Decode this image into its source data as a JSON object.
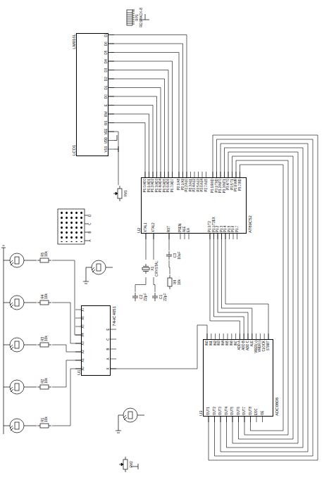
{
  "diagram": {
    "nodes": [
      {
        "text": [
          "LCD1",
          "LM016L"
        ]
      },
      {
        "text": [
          "RP1",
          "RESPACK-8"
        ]
      },
      {
        "text": [
          "RV1"
        ]
      },
      {
        "text": [
          "U2",
          "AT89C52"
        ]
      },
      {
        "text": [
          "U3",
          "ADC0808"
        ]
      },
      {
        "text": [
          "U1",
          "74HC4051"
        ]
      },
      {
        "text": [
          "R1",
          "10k"
        ]
      },
      {
        "text": [
          "R2",
          "10k"
        ]
      },
      {
        "text": [
          "R3",
          "10k"
        ]
      },
      {
        "text": [
          "R4",
          "10k"
        ]
      },
      {
        "text": [
          "R5",
          "10k"
        ]
      },
      {
        "text": [
          "C1",
          "22pF"
        ]
      },
      {
        "text": [
          "C2",
          "22pF"
        ]
      },
      {
        "text": [
          "X1",
          "CRYSTAL"
        ]
      },
      {
        "text": [
          "C3",
          "10uF"
        ]
      },
      {
        "text": [
          "R9",
          "10k"
        ]
      },
      {
        "text": [
          "RV2"
        ]
      }
    ],
    "edges": [
      {
        "from": 0,
        "to": 3,
        "arrow": "none"
      },
      {
        "from": 2,
        "to": 0,
        "arrow": "none"
      },
      {
        "from": 4,
        "to": 3,
        "arrow": "none"
      },
      {
        "from": 4,
        "to": 3,
        "arrow": "none"
      },
      {
        "from": 5,
        "to": 4,
        "arrow": "none"
      },
      {
        "from": 6,
        "to": 5,
        "arrow": "none"
      },
      {
        "from": 7,
        "to": 5,
        "arrow": "none"
      },
      {
        "from": 8,
        "to": 5,
        "arrow": "none"
      },
      {
        "from": 9,
        "to": 5,
        "arrow": "none"
      },
      {
        "from": 10,
        "to": 5,
        "arrow": "none"
      },
      {
        "from": 12,
        "to": 13,
        "arrow": "none"
      },
      {
        "from": 11,
        "to": 13,
        "arrow": "none"
      },
      {
        "from": 13,
        "to": 3,
        "arrow": "none"
      },
      {
        "from": 15,
        "to": 14,
        "arrow": "none"
      },
      {
        "from": 14,
        "to": 3,
        "arrow": "none"
      }
    ],
    "labels": [
      "VSS",
      "VDD",
      "VEE",
      "RS",
      "RW",
      "E",
      "D0",
      "D1",
      "D2",
      "D3",
      "D4",
      "D5",
      "D6",
      "D7",
      "P0.0/AD0",
      "P0.1/AD1",
      "P0.2/AD2",
      "P0.3/AD3",
      "P0.4/AD4",
      "P0.5/AD5",
      "P0.6/AD6",
      "P0.7/AD7",
      "P2.0/A8",
      "P2.1/A9",
      "P2.2/A10",
      "P2.3/A11",
      "P2.4/A12",
      "P2.5/A13",
      "P2.6/A14",
      "P2.7/A15",
      "P3.0/RXD",
      "P3.1/TXD",
      "P3.2/INT0",
      "P3.3/INT1",
      "P3.4/T0",
      "P3.5/T1",
      "P3.6/WR",
      "P3.7/RD",
      "XTAL1",
      "XTAL2",
      "RST",
      "PSEN",
      "ALE",
      "EA",
      "P1.0/T2",
      "P1.1/T2EX",
      "P1.2",
      "P1.3",
      "P1.4",
      "P1.5",
      "P1.6",
      "P1.7",
      "IN0",
      "IN1",
      "IN2",
      "IN3",
      "IN4",
      "IN5",
      "IN6",
      "IN7",
      "ADD A",
      "ADD B",
      "ADD C",
      "ALE",
      "VREF(+)",
      "VREF(-)",
      "CLOCK",
      "START",
      "OUT1",
      "OUT2",
      "OUT3",
      "OUT4",
      "OUT5",
      "OUT6",
      "OUT7",
      "OUT8",
      "EOC",
      "OE",
      "X0",
      "X1",
      "X2",
      "X3",
      "X4",
      "X5",
      "X6",
      "X7",
      "X",
      "A",
      "B",
      "C",
      "E",
      "A",
      "B",
      "C",
      "D"
    ]
  }
}
